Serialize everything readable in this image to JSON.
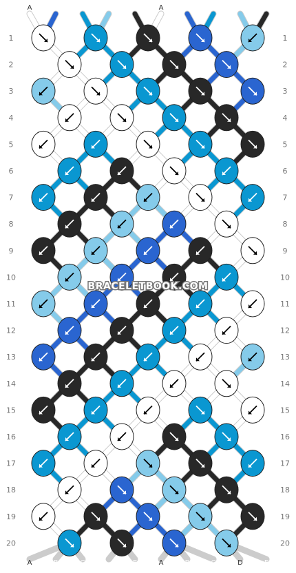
{
  "pattern": {
    "string_labels": [
      "A",
      "B",
      "C",
      "D",
      "E",
      "A",
      "B",
      "C",
      "D",
      "E"
    ],
    "row_numbers": [
      "1",
      "2",
      "3",
      "4",
      "5",
      "6",
      "7",
      "8",
      "9",
      "10",
      "11",
      "12",
      "13",
      "14",
      "15",
      "16",
      "17",
      "18",
      "19",
      "20"
    ],
    "watermark": "BRACELETBOOK.COM",
    "colors": {
      "A": "#ffffff",
      "B": "#2a65d0",
      "C": "#0a97d1",
      "D": "#85cbea",
      "E": "#282828"
    },
    "knot_border": "#222222",
    "arrow_on_light": "#000000",
    "arrow_on_dark": "#ffffff",
    "knots": [
      {
        "row": 1,
        "knots": [
          {
            "color": "A",
            "dir": "dr"
          },
          {
            "color": "C",
            "dir": "dr"
          },
          {
            "color": "E",
            "dir": "dr"
          },
          {
            "color": "B",
            "dir": "dr"
          },
          {
            "color": "D",
            "dir": "dl"
          }
        ]
      },
      {
        "row": 2,
        "knots": [
          {
            "color": "A",
            "dir": "dr"
          },
          {
            "color": "C",
            "dir": "dr"
          },
          {
            "color": "E",
            "dir": "dr"
          },
          {
            "color": "B",
            "dir": "dr"
          }
        ]
      },
      {
        "row": 3,
        "knots": [
          {
            "color": "D",
            "dir": "dl"
          },
          {
            "color": "A",
            "dir": "dr"
          },
          {
            "color": "C",
            "dir": "dr"
          },
          {
            "color": "E",
            "dir": "dr"
          },
          {
            "color": "B",
            "dir": "dr"
          }
        ]
      },
      {
        "row": 4,
        "knots": [
          {
            "color": "A",
            "dir": "dl"
          },
          {
            "color": "A",
            "dir": "dr"
          },
          {
            "color": "C",
            "dir": "dr"
          },
          {
            "color": "E",
            "dir": "dr"
          }
        ]
      },
      {
        "row": 5,
        "knots": [
          {
            "color": "A",
            "dir": "dl"
          },
          {
            "color": "C",
            "dir": "dl"
          },
          {
            "color": "A",
            "dir": "dr"
          },
          {
            "color": "C",
            "dir": "dr"
          },
          {
            "color": "E",
            "dir": "dr"
          }
        ]
      },
      {
        "row": 6,
        "knots": [
          {
            "color": "C",
            "dir": "dl"
          },
          {
            "color": "E",
            "dir": "dl"
          },
          {
            "color": "A",
            "dir": "dr"
          },
          {
            "color": "C",
            "dir": "dl"
          }
        ]
      },
      {
        "row": 7,
        "knots": [
          {
            "color": "C",
            "dir": "dl"
          },
          {
            "color": "E",
            "dir": "dl"
          },
          {
            "color": "D",
            "dir": "dl"
          },
          {
            "color": "A",
            "dir": "dr"
          },
          {
            "color": "C",
            "dir": "dl"
          }
        ]
      },
      {
        "row": 8,
        "knots": [
          {
            "color": "E",
            "dir": "dl"
          },
          {
            "color": "D",
            "dir": "dl"
          },
          {
            "color": "B",
            "dir": "dl"
          },
          {
            "color": "A",
            "dir": "dr"
          }
        ]
      },
      {
        "row": 9,
        "knots": [
          {
            "color": "E",
            "dir": "dl"
          },
          {
            "color": "D",
            "dir": "dl"
          },
          {
            "color": "B",
            "dir": "dl"
          },
          {
            "color": "E",
            "dir": "dl"
          },
          {
            "color": "A",
            "dir": "dr"
          }
        ]
      },
      {
        "row": 10,
        "knots": [
          {
            "color": "D",
            "dir": "dl"
          },
          {
            "color": "B",
            "dir": "dl"
          },
          {
            "color": "E",
            "dir": "dl"
          },
          {
            "color": "C",
            "dir": "dl"
          }
        ]
      },
      {
        "row": 11,
        "knots": [
          {
            "color": "D",
            "dir": "dl"
          },
          {
            "color": "B",
            "dir": "dl"
          },
          {
            "color": "E",
            "dir": "dl"
          },
          {
            "color": "C",
            "dir": "dl"
          },
          {
            "color": "A",
            "dir": "dl"
          }
        ]
      },
      {
        "row": 12,
        "knots": [
          {
            "color": "B",
            "dir": "dl"
          },
          {
            "color": "E",
            "dir": "dl"
          },
          {
            "color": "C",
            "dir": "dl"
          },
          {
            "color": "A",
            "dir": "dl"
          }
        ]
      },
      {
        "row": 13,
        "knots": [
          {
            "color": "B",
            "dir": "dl"
          },
          {
            "color": "E",
            "dir": "dl"
          },
          {
            "color": "C",
            "dir": "dl"
          },
          {
            "color": "A",
            "dir": "dl"
          },
          {
            "color": "D",
            "dir": "dl"
          }
        ]
      },
      {
        "row": 14,
        "knots": [
          {
            "color": "E",
            "dir": "dl"
          },
          {
            "color": "C",
            "dir": "dl"
          },
          {
            "color": "A",
            "dir": "dl"
          },
          {
            "color": "A",
            "dir": "dr"
          }
        ]
      },
      {
        "row": 15,
        "knots": [
          {
            "color": "E",
            "dir": "dl"
          },
          {
            "color": "C",
            "dir": "dl"
          },
          {
            "color": "A",
            "dir": "dl"
          },
          {
            "color": "C",
            "dir": "dr"
          },
          {
            "color": "A",
            "dir": "dl"
          }
        ]
      },
      {
        "row": 16,
        "knots": [
          {
            "color": "C",
            "dir": "dl"
          },
          {
            "color": "A",
            "dir": "dl"
          },
          {
            "color": "E",
            "dir": "dr"
          },
          {
            "color": "C",
            "dir": "dr"
          }
        ]
      },
      {
        "row": 17,
        "knots": [
          {
            "color": "C",
            "dir": "dl"
          },
          {
            "color": "A",
            "dir": "dl"
          },
          {
            "color": "D",
            "dir": "dr"
          },
          {
            "color": "E",
            "dir": "dr"
          },
          {
            "color": "C",
            "dir": "dl"
          }
        ]
      },
      {
        "row": 18,
        "knots": [
          {
            "color": "A",
            "dir": "dl"
          },
          {
            "color": "B",
            "dir": "dr"
          },
          {
            "color": "D",
            "dir": "dr"
          },
          {
            "color": "E",
            "dir": "dr"
          }
        ]
      },
      {
        "row": 19,
        "knots": [
          {
            "color": "A",
            "dir": "dl"
          },
          {
            "color": "E",
            "dir": "dr"
          },
          {
            "color": "B",
            "dir": "dr"
          },
          {
            "color": "D",
            "dir": "dr"
          },
          {
            "color": "E",
            "dir": "dr"
          }
        ]
      },
      {
        "row": 20,
        "knots": [
          {
            "color": "C",
            "dir": "dr"
          },
          {
            "color": "E",
            "dir": "dr"
          },
          {
            "color": "B",
            "dir": "dr"
          },
          {
            "color": "D",
            "dir": "dr"
          }
        ]
      }
    ],
    "bottom_labels": [
      "A",
      "B",
      "C",
      "E",
      "A",
      "B",
      "C",
      "D",
      "E"
    ]
  }
}
